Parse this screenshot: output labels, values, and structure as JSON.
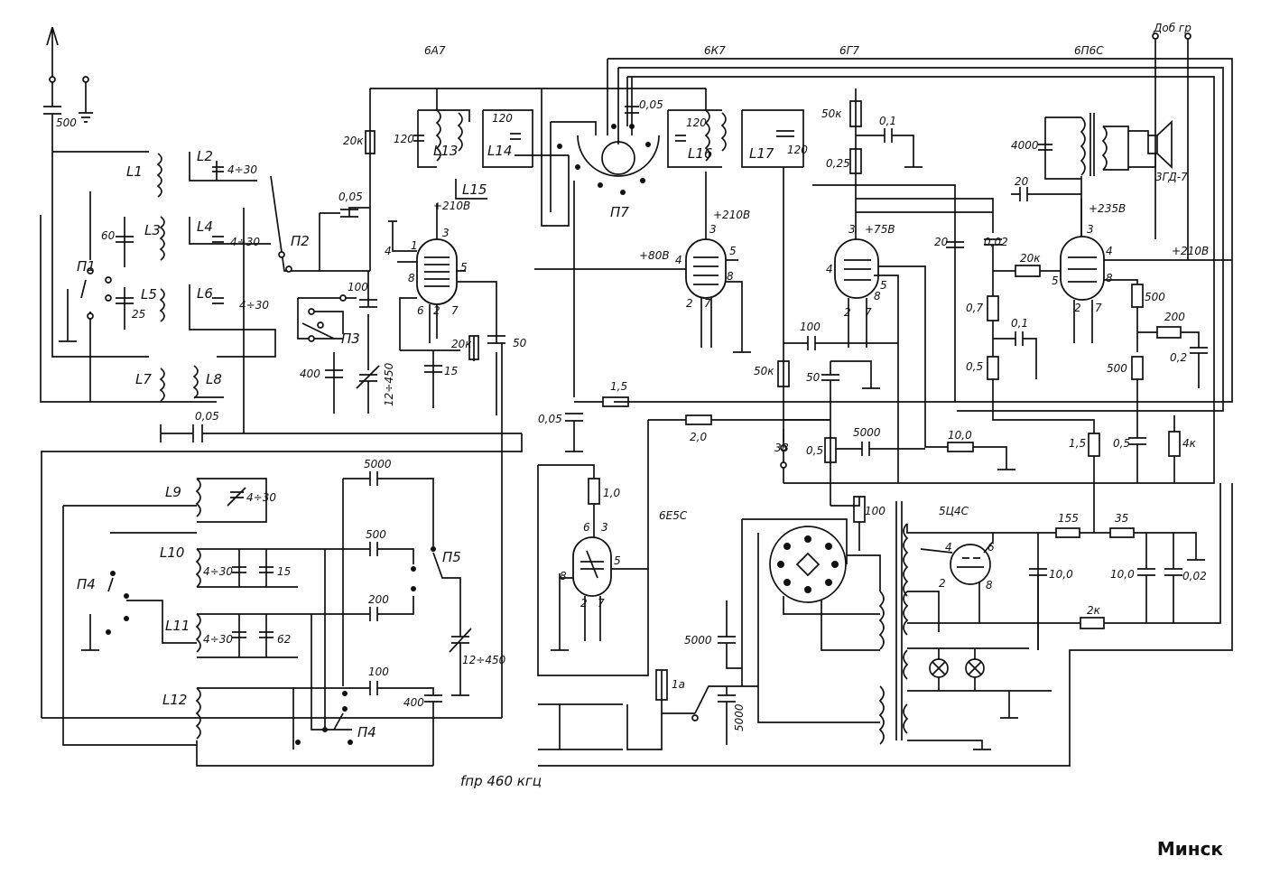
{
  "title": "Минск",
  "tubes": {
    "t1": "6А7",
    "t2": "6К7",
    "t3": "6Г7",
    "t4": "6П6С",
    "t5": "6Е5С",
    "t6": "5Ц4С"
  },
  "coils": [
    "L1",
    "L2",
    "L3",
    "L4",
    "L5",
    "L6",
    "L7",
    "L8",
    "L9",
    "L10",
    "L11",
    "L12",
    "L13",
    "L14",
    "L15",
    "L16",
    "L17"
  ],
  "switches": [
    "П1",
    "П2",
    "П3",
    "П4",
    "П5",
    "П7",
    "П4"
  ],
  "values": {
    "c500": "500",
    "c60": "60",
    "c25": "25",
    "c4_30a": "4÷30",
    "c4_30b": "4÷30",
    "c4_30c": "4÷30",
    "r20k_top": "20к",
    "c120a": "120",
    "c120b": "120",
    "c120c": "120",
    "c120d": "120",
    "c005a": "0,05",
    "c005b": "0,05",
    "c005c": "0,05",
    "c005d": "0,05",
    "v210a": "+210В",
    "v210b": "+210В",
    "v210c": "+210В",
    "v80": "+80В",
    "v75": "+75В",
    "v235": "+235В",
    "c100a": "100",
    "c400a": "400",
    "c12_450a": "12÷450",
    "c15a": "15",
    "r20k_b": "20к",
    "c50a": "50",
    "r50k_a": "50к",
    "c01a": "0,1",
    "r025": "0,25",
    "c4000": "4000",
    "c20a": "20",
    "c20b": "20",
    "c002a": "0,02",
    "r20k_c": "20к",
    "r07": "0,7",
    "c01b": "0,1",
    "r05a": "0,5",
    "r500a": "500",
    "r200": "200",
    "c02": "0,2",
    "r500b": "500",
    "c100b": "100",
    "r50k_b": "50к",
    "c50b": "50",
    "r15a": "1,5",
    "r20": "2,0",
    "pot05": "0,5",
    "c5000a": "5000",
    "r100": "10,0",
    "r15b": "1,5",
    "c05b": "0,5",
    "r4k": "4к",
    "v3": "3В",
    "r1": "1,0",
    "r100b": "100",
    "c5000b": "5000",
    "c5000c": "5000",
    "c5000d": "5000",
    "fuse": "1а",
    "c500b": "500",
    "c200": "200",
    "c15b": "15",
    "c62": "62",
    "c12_450b": "12÷450",
    "c100c": "100",
    "c400b": "400",
    "r155": "155",
    "r35": "35",
    "c10a": "10,0",
    "c10b": "10,0",
    "c002b": "0,02",
    "r2k": "2к",
    "speaker": "3ГД-7",
    "ext": "Доб гр",
    "fif": "fпр 460 кгц"
  }
}
